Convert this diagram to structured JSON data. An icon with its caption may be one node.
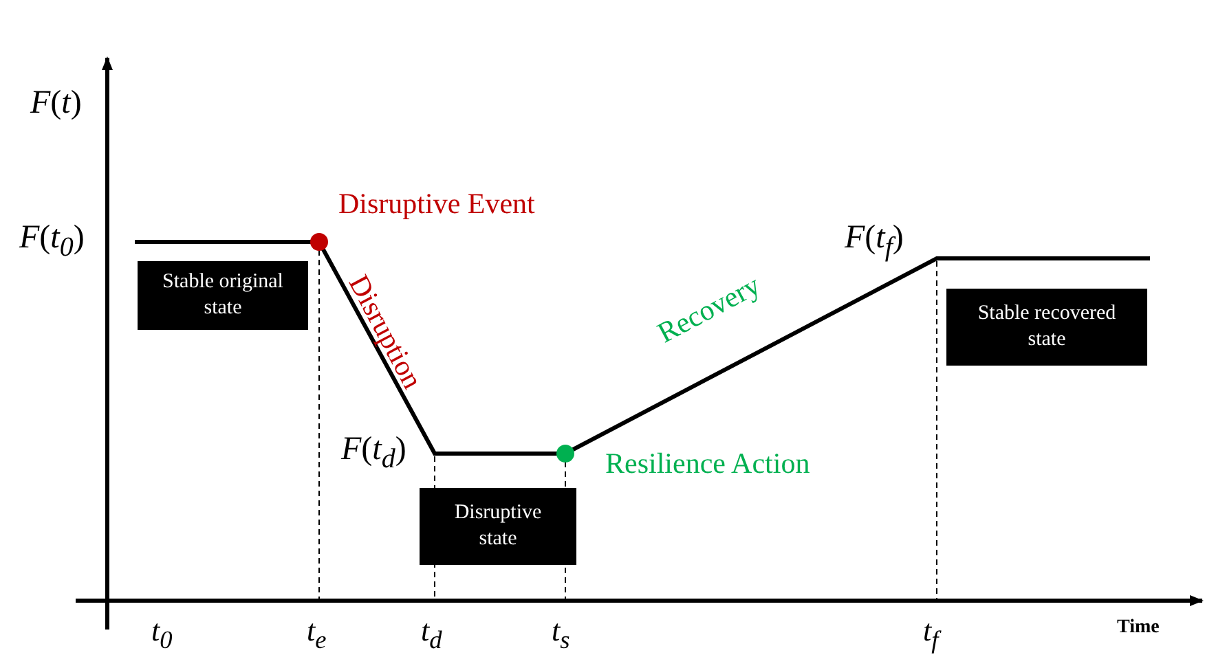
{
  "diagram": {
    "nodes": [
      {
        "text": [
          "Stable original state"
        ]
      },
      {
        "text": [
          "Disruptive state"
        ]
      },
      {
        "text": [
          "Stable recovered state"
        ]
      }
    ],
    "labels": [
      "*F*(*t*)",
      "*F*(*t*$_{0}$)",
      "Disruptive Event",
      "Disruption",
      "*F*(*t*$_{f}$)",
      "Recovery",
      "*F*(*t*$_{d}$)",
      "Resilience Action",
      "*t*$_{0}$",
      "*t*$_{e}$",
      "*t*$_{d}$",
      "*t*$_{s}$",
      "*t*$_{f}$",
      "Time"
    ]
  }
}
